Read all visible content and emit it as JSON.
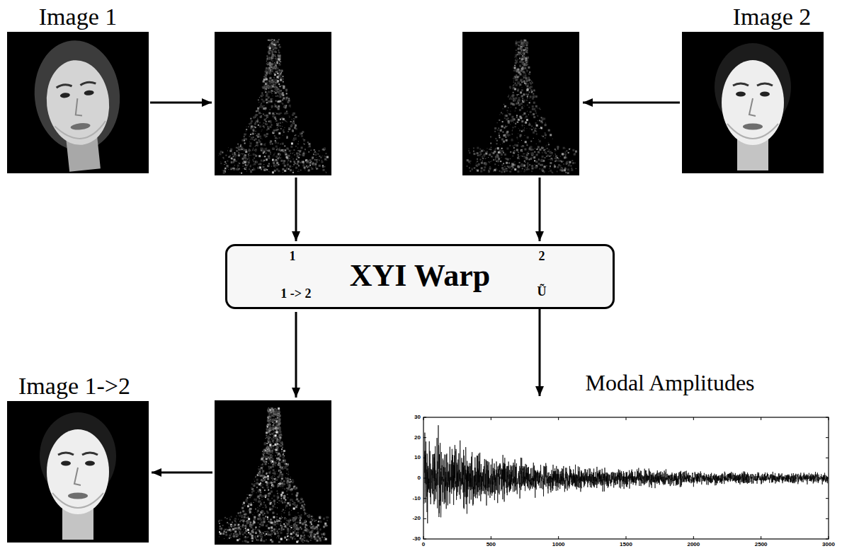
{
  "diagram": {
    "nodes": [
      {
        "text": [
          "Image 1"
        ]
      },
      {
        "text": [
          "Image 2"
        ]
      },
      {
        "text": [
          "1",
          "2",
          "XYI Warp",
          "1 -> 2",
          "Ũ"
        ]
      },
      {
        "text": [
          "Image 1->2"
        ]
      },
      {
        "text": [
          "Modal Amplitudes"
        ]
      }
    ],
    "edges": [
      {
        "from": 2,
        "to": 4,
        "arrow": "to"
      }
    ],
    "labels": [
      "30",
      "20",
      "10",
      "0",
      "-10",
      "-20",
      "-30",
      "0",
      "500",
      "1000",
      "1500",
      "2000",
      "2500",
      "3000"
    ]
  }
}
